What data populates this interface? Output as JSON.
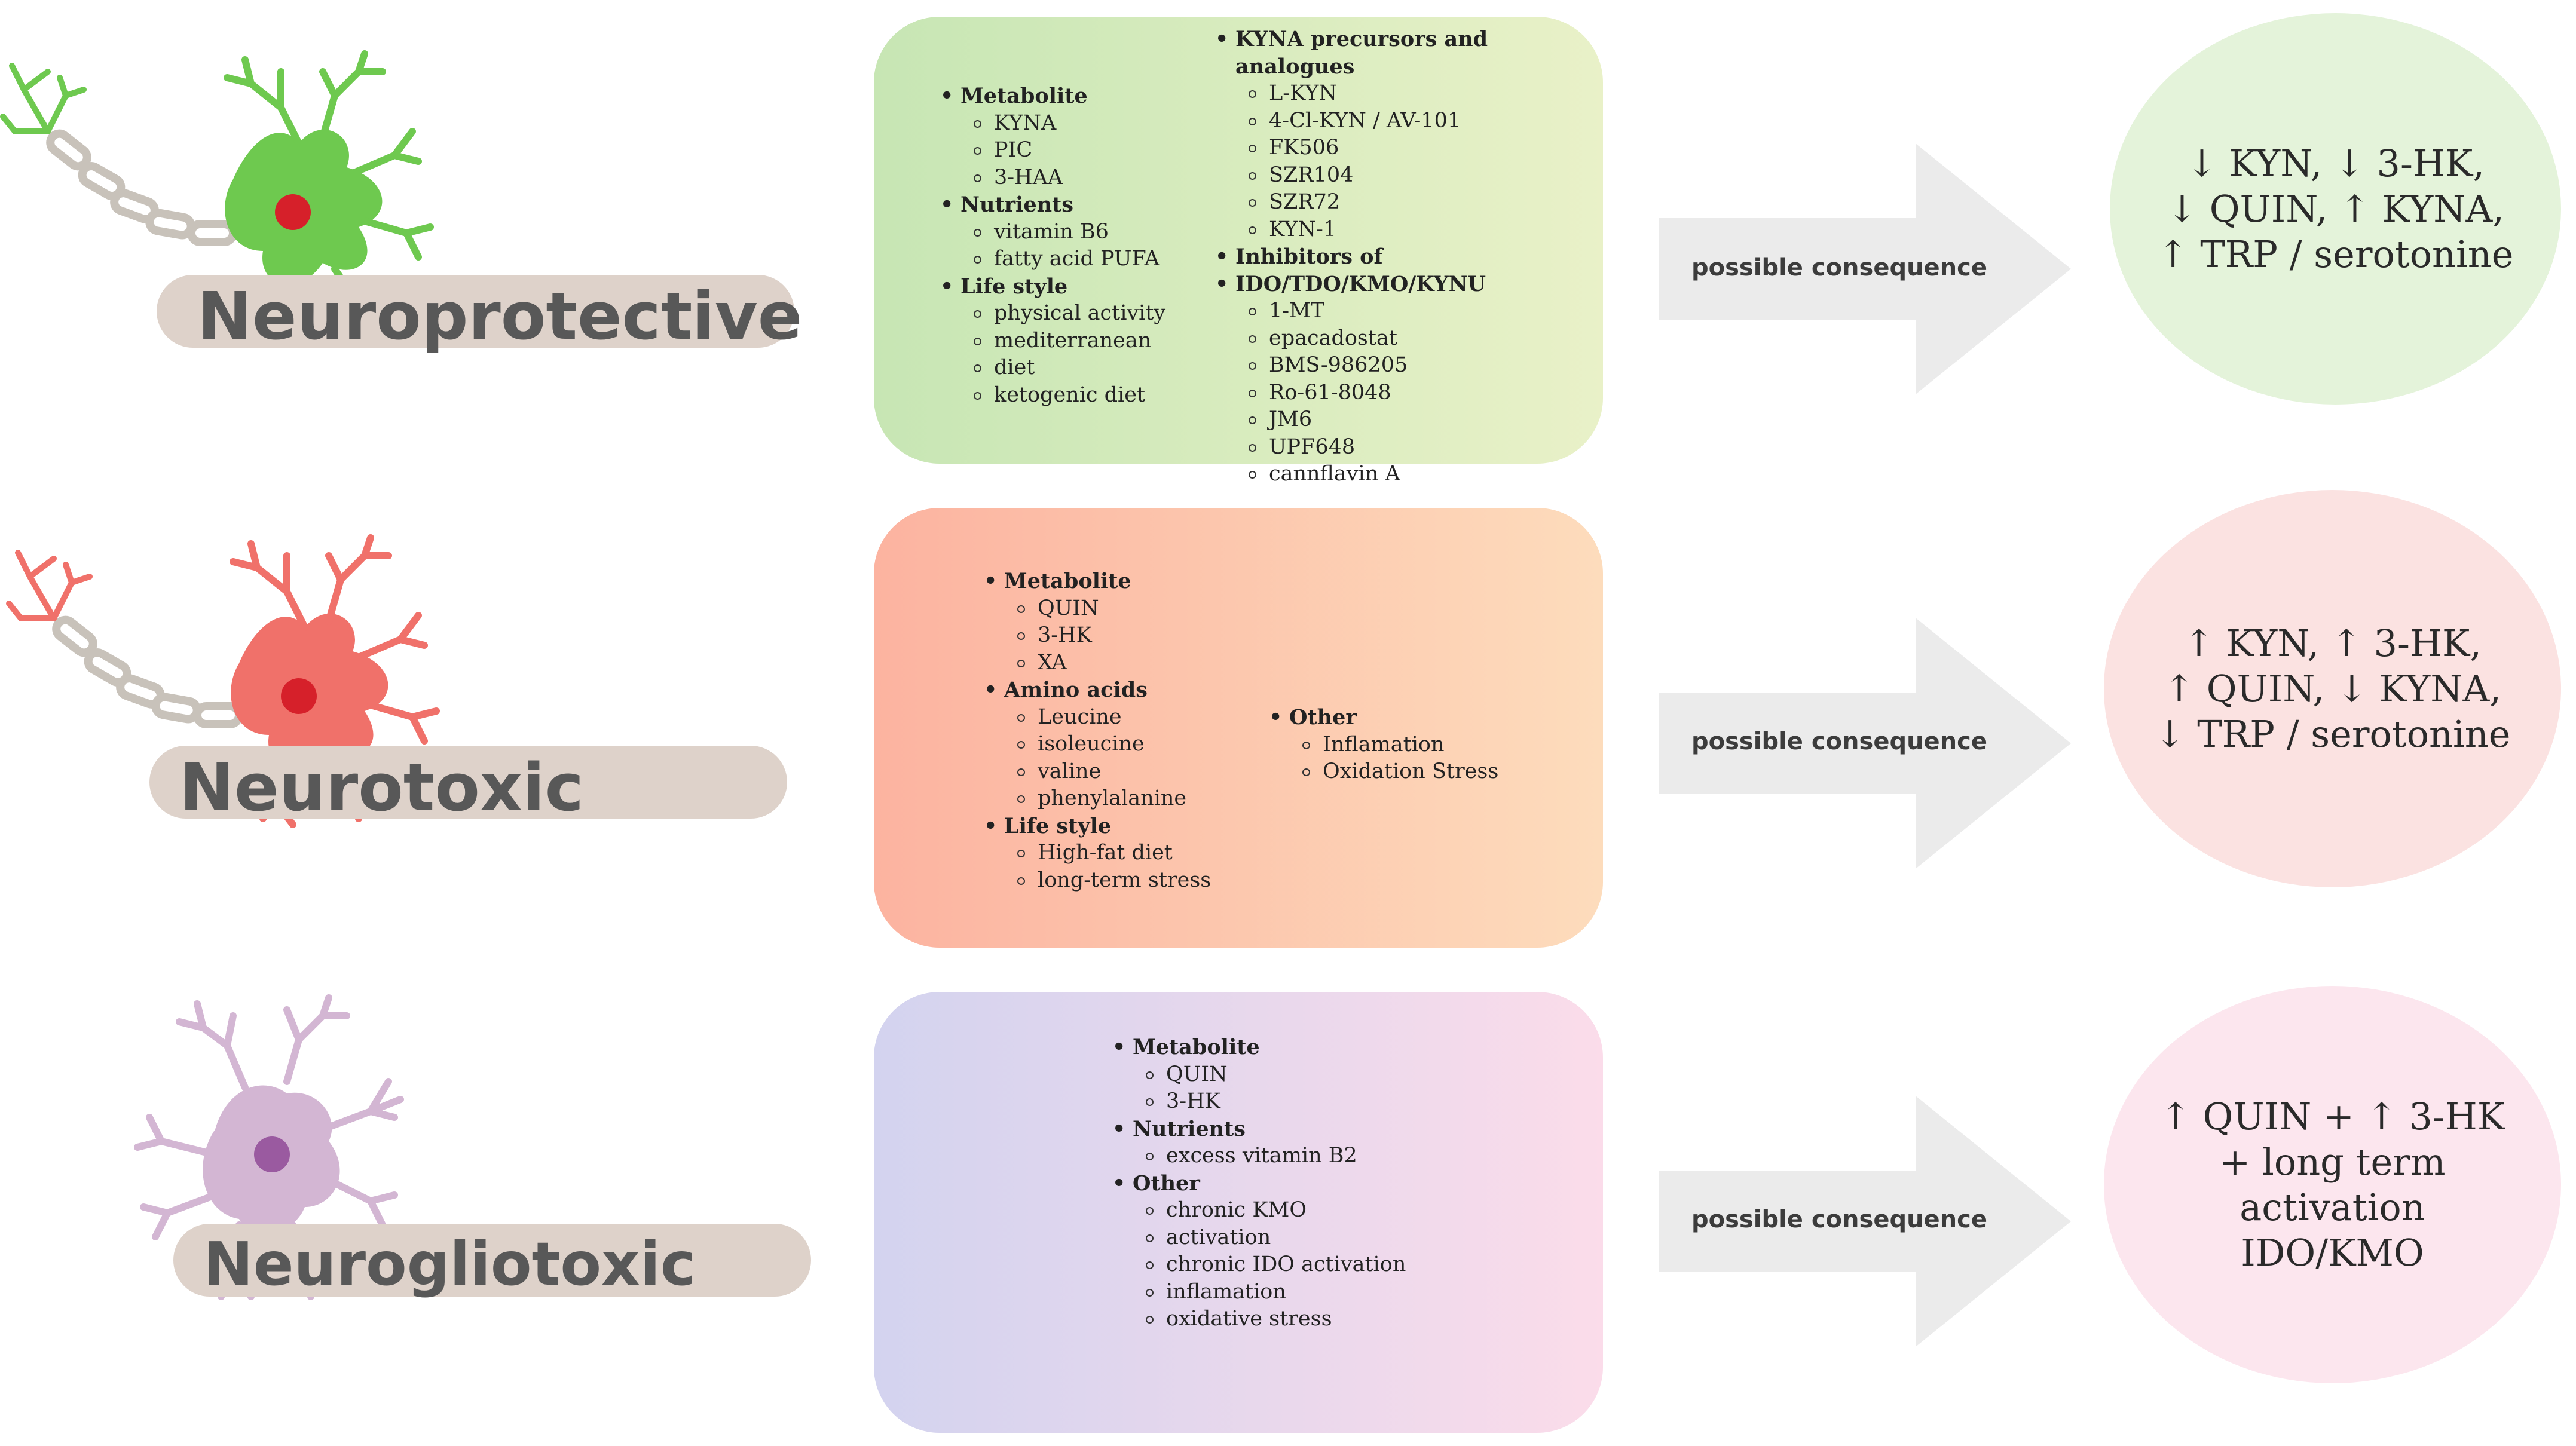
{
  "rows": [
    {
      "label": "Neuroprotective",
      "colors": {
        "neuron": "#6ec94f",
        "nucleus": "#d6202a",
        "card_from": "#c7e6b4",
        "card_to": "#e7f0c6",
        "circle": "#e4f3da",
        "pill": "#ded2ca"
      },
      "col1": [
        {
          "title": "Metabolite",
          "items": [
            "KYNA",
            "PIC",
            "3-HAA"
          ]
        },
        {
          "title": "Nutrients",
          "items": [
            "vitamin B6",
            "fatty acid PUFA"
          ]
        },
        {
          "title": "Life style",
          "items": [
            "physical activity",
            "mediterranean",
            "ketogenic diet"
          ]
        }
      ],
      "col1_wrap": "diet",
      "col2_t1": "KYNA precursors and analogues",
      "col2_i1": [
        "L-KYN",
        "4-Cl-KYN / AV-101",
        "FK506",
        "SZR104",
        "SZR72",
        "KYN-1"
      ],
      "col2_t2a": "Inhibitors of",
      "col2_t2b": "IDO/TDO/KMO/KYNU",
      "col2_i2": [
        "1-MT",
        "epacadostat",
        "BMS-986205",
        "Ro-61-8048",
        "JM6",
        "UPF648",
        "cannflavin A"
      ],
      "arrow_label": "possible consequence",
      "result": [
        "↓ KYN, ↓ 3-HK,",
        "↓ QUIN, ↑ KYNA,",
        "↑ TRP / serotonine"
      ]
    },
    {
      "label": "Neurotoxic",
      "colors": {
        "neuron": "#f0716a",
        "nucleus": "#d6202a",
        "card_from": "#fcb3a0",
        "card_to": "#fddcbc",
        "circle": "#fbe2e1",
        "pill": "#ded2ca"
      },
      "col1": [
        {
          "title": "Metabolite",
          "items": [
            "QUIN",
            "3-HK",
            "XA"
          ]
        },
        {
          "title": "Amino acids",
          "items": [
            "Leucine",
            "isoleucine",
            "valine",
            "phenylalanine"
          ]
        },
        {
          "title": "Life style",
          "items": [
            "High-fat diet",
            "long-term stress"
          ]
        }
      ],
      "col2": [
        {
          "title": "Other",
          "items": [
            "Inflamation",
            "Oxidation Stress"
          ]
        }
      ],
      "arrow_label": "possible consequence",
      "result": [
        "↑ KYN, ↑ 3-HK,",
        "↑ QUIN, ↓ KYNA,",
        "↓ TRP / serotonine"
      ]
    },
    {
      "label": "Neurogliotoxic",
      "colors": {
        "neuron": "#d3b6d3",
        "nucleus": "#9a5aa0",
        "card_from": "#d3d3ef",
        "card_to": "#fbdcea",
        "circle": "#fce6ee",
        "pill": "#ded2ca"
      },
      "col1": [
        {
          "title": "Metabolite",
          "items": [
            "QUIN",
            "3-HK"
          ]
        },
        {
          "title": "Nutrients",
          "items": [
            "excess vitamin B2"
          ]
        },
        {
          "title": "Other",
          "items": [
            "chronic KMO",
            "chronic IDO activation",
            "inflamation",
            "oxidative stress"
          ]
        }
      ],
      "col1_wrap": "activation",
      "arrow_label": "possible consequence",
      "result": [
        "↑ QUIN + ↑ 3-HK",
        "+ long term",
        "activation",
        "IDO/KMO"
      ]
    }
  ],
  "arrow_color": "#ebebeb"
}
